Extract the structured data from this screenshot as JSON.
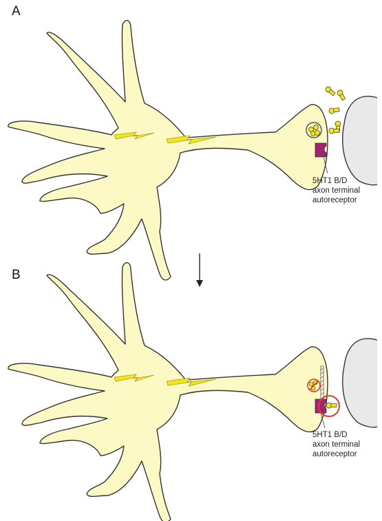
{
  "panels": [
    {
      "label": "A",
      "callout": [
        "5HT1 B/D",
        "axon terminal",
        "autoreceptor"
      ]
    },
    {
      "label": "B",
      "callout": [
        "5HT1 B/D",
        "axon terminal",
        "autoreceptor"
      ]
    }
  ],
  "colors": {
    "neuron_fill": "#fdf9c5",
    "outline": "#333333",
    "lightning": "#f2e61a",
    "receptor": "#a3236e",
    "target_cell": "#e9e9e9",
    "inhibit_red": "#e53b2b"
  }
}
